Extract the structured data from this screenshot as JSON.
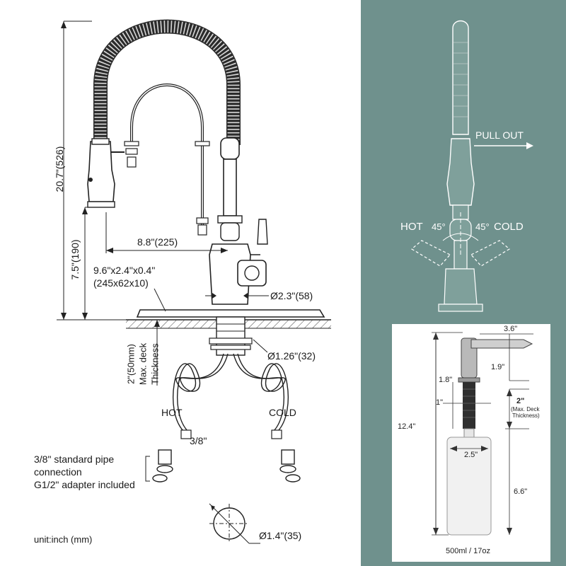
{
  "colors": {
    "panel_bg": "#6f918d",
    "card_bg": "#ffffff",
    "line": "#222222",
    "hose": "#2b2b2b"
  },
  "faucet": {
    "total_height": "20.7\"(526)",
    "reach": "8.8\"(225)",
    "spout_height": "7.5\"(190)",
    "deck_plate": "9.6\"x2.4\"x0.4\"",
    "deck_plate_mm": "(245x62x10)",
    "base_diameter": "Ø2.3\"(58)",
    "deck_thickness_line1": "2\"(50mm)",
    "deck_thickness_line2": "Max. deck",
    "deck_thickness_line3": "Thickness",
    "shank_diameter": "Ø1.26\"(32)",
    "hot_label": "HOT",
    "cold_label": "COLD",
    "hose_size": "3/8\"",
    "pipe_note_line1": "3/8\" standard pipe",
    "pipe_note_line2": "connection",
    "pipe_note_line3": "G1/2\" adapter included",
    "hole_diameter": "Ø1.4\"(35)",
    "unit_note": "unit:inch (mm)"
  },
  "right_panel": {
    "pull_out": "PULL OUT",
    "hot": "HOT",
    "cold": "COLD",
    "angle_left": "45°",
    "angle_right": "45°"
  },
  "dispenser": {
    "spout_length": "3.6\"",
    "head_height": "1.9\"",
    "body_height": "1.8\"",
    "shank_diameter": "1\"",
    "deck_max": "2\"",
    "deck_max_note1": "(Max. Deck",
    "deck_max_note2": "Thickness)",
    "total_height": "12.4\"",
    "bottle_diameter": "2.5\"",
    "bottle_height": "6.6\"",
    "capacity": "500ml / 17oz"
  }
}
